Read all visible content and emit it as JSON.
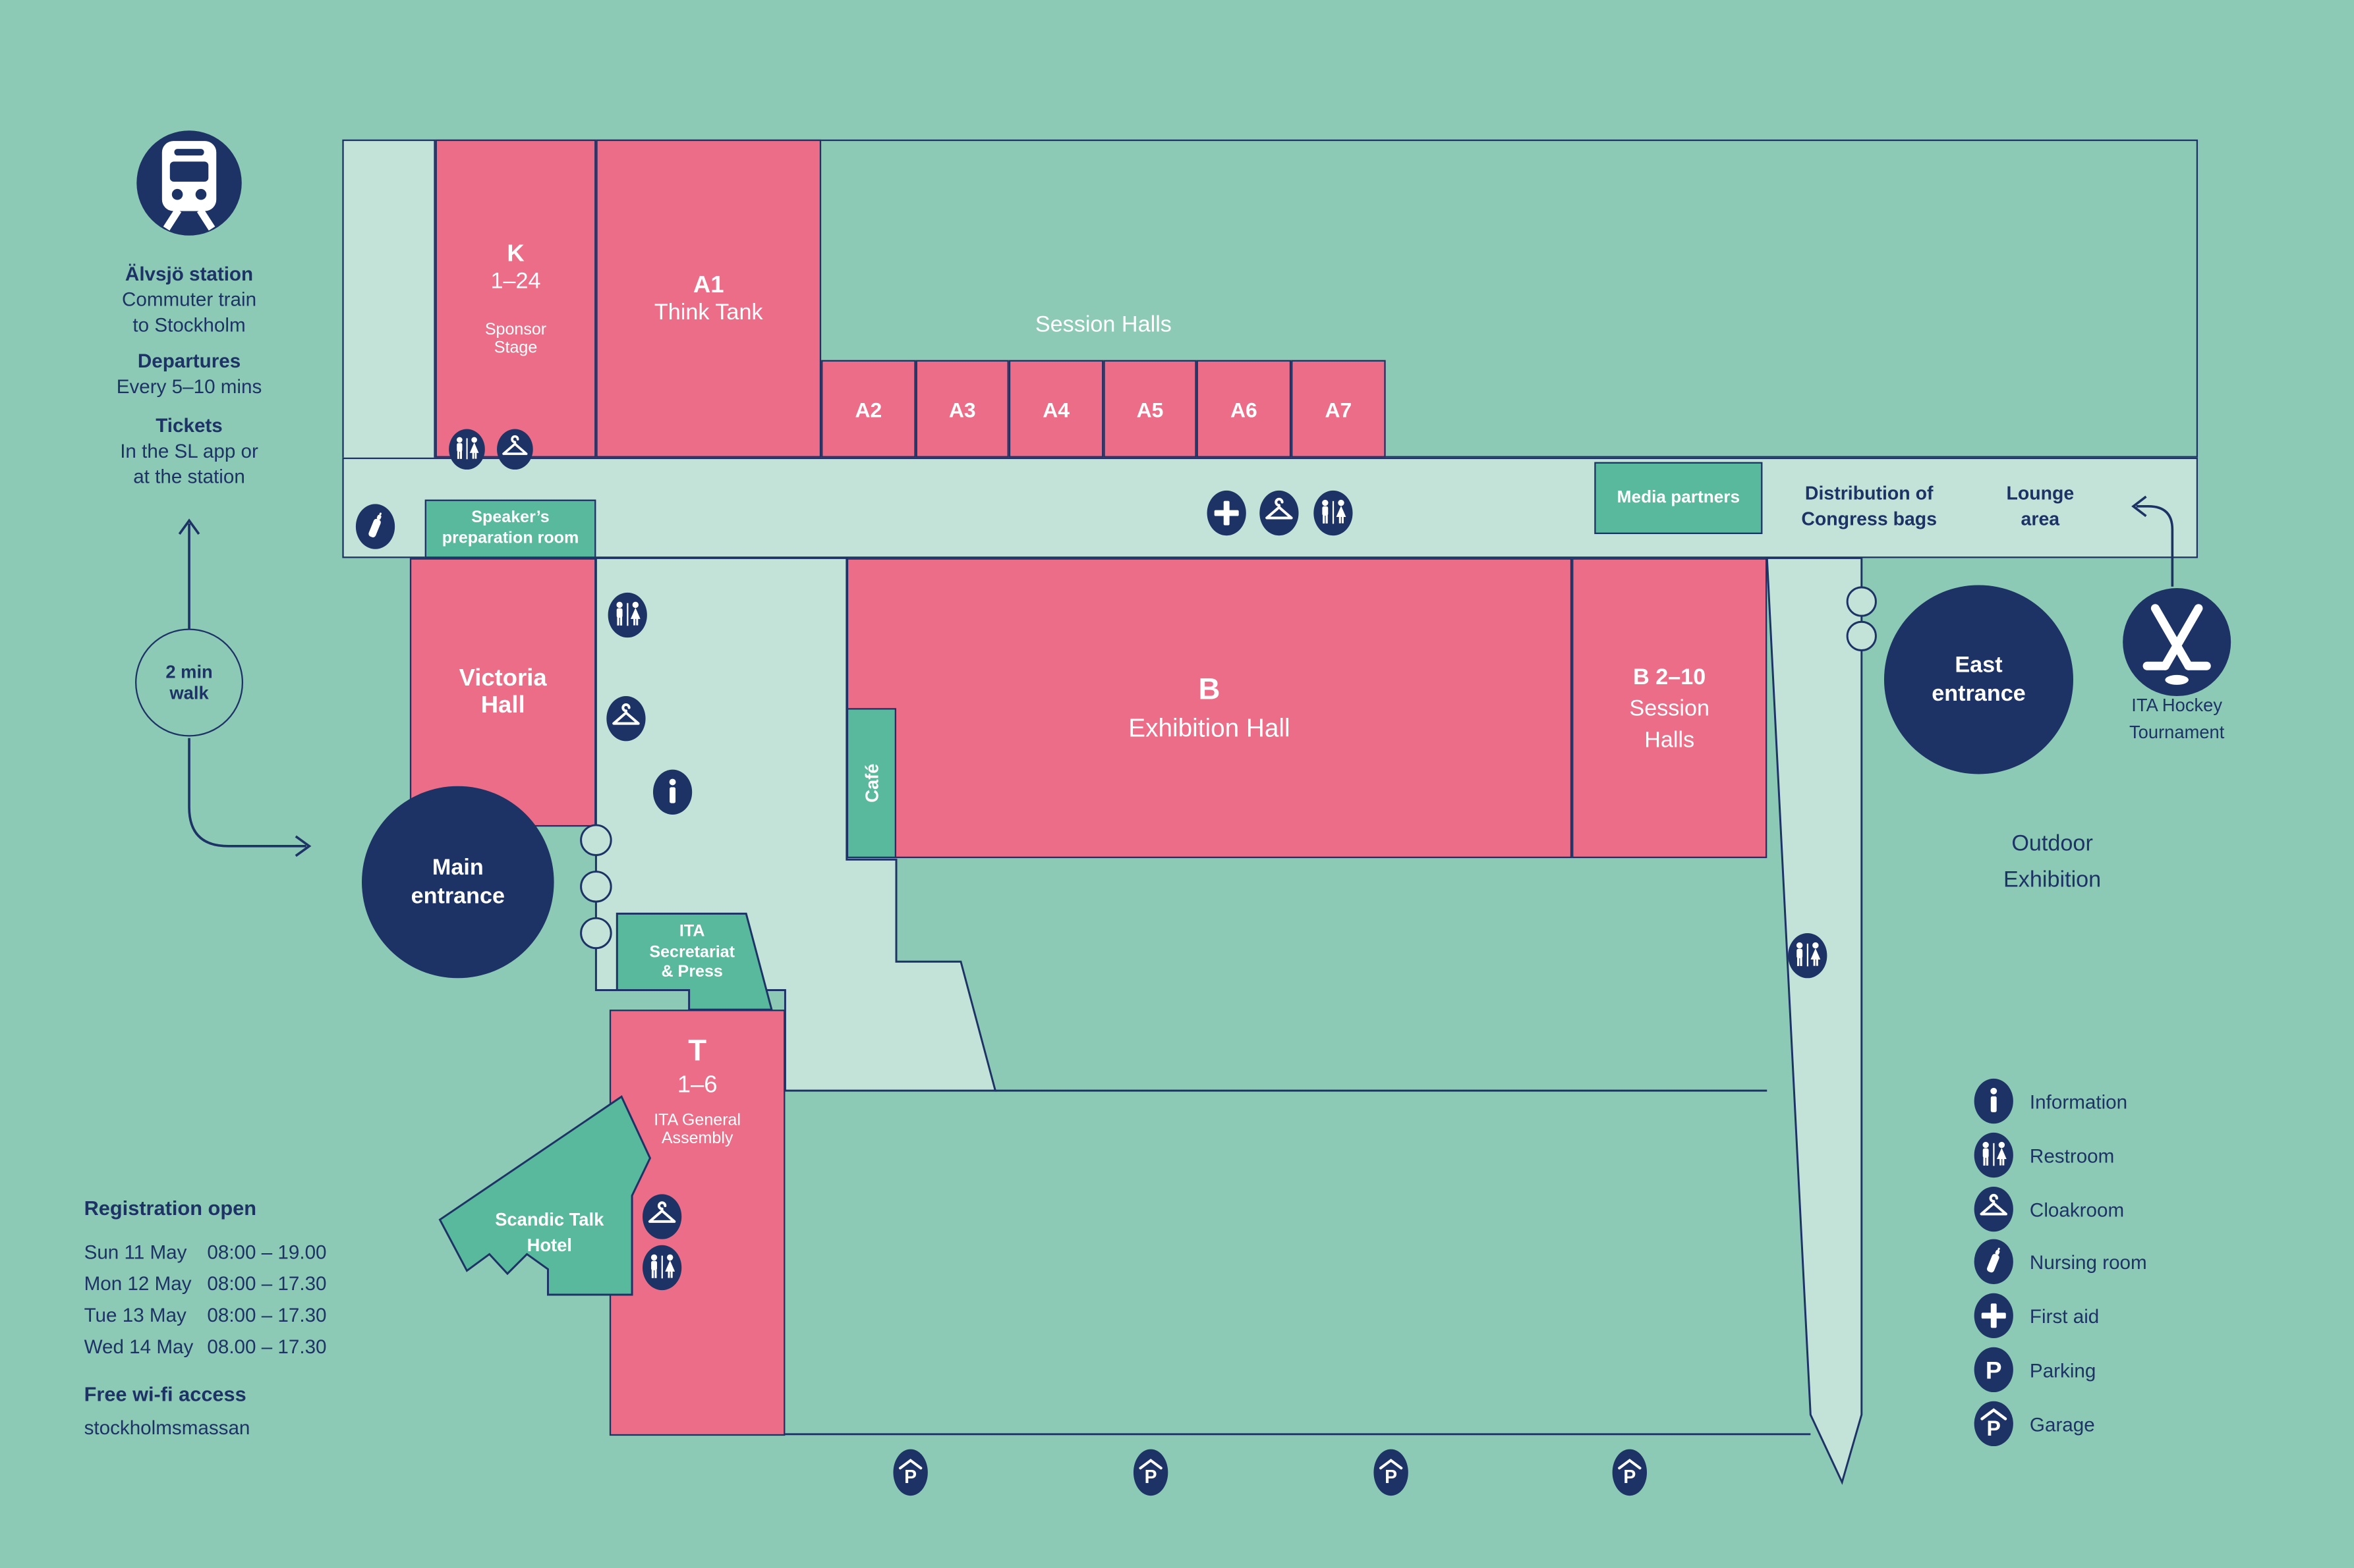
{
  "station": {
    "name": "Älvsjö station",
    "desc1": "Commuter train",
    "desc2": "to Stockholm",
    "departures_label": "Departures",
    "departures_value": "Every 5–10 mins",
    "tickets_label": "Tickets",
    "tickets_value1": "In the SL app or",
    "tickets_value2": "at the station"
  },
  "walk": {
    "line1": "2 min",
    "line2": "walk"
  },
  "halls": {
    "k_title": "K",
    "k_range": "1–24",
    "k_sub1": "Sponsor",
    "k_sub2": "Stage",
    "a1_title": "A1",
    "a1_sub": "Think Tank",
    "session_label": "Session Halls",
    "a_row": [
      "A2",
      "A3",
      "A4",
      "A5",
      "A6",
      "A7"
    ],
    "b_title": "B",
    "b_sub": "Exhibition Hall",
    "b210_title": "B 2–10",
    "b210_sub1": "Session",
    "b210_sub2": "Halls",
    "t_title": "T",
    "t_range": "1–6",
    "t_sub1": "ITA General",
    "t_sub2": "Assembly",
    "victoria1": "Victoria",
    "victoria2": "Hall",
    "cafe": "Café"
  },
  "rooms": {
    "speaker1": "Speaker’s",
    "speaker2": "preparation room",
    "media": "Media partners",
    "secretariat1": "ITA",
    "secretariat2": "Secretariat",
    "secretariat3": "& Press",
    "hotel1": "Scandic Talk",
    "hotel2": "Hotel"
  },
  "areas": {
    "dist1": "Distribution of",
    "dist2": "Congress bags",
    "lounge1": "Lounge",
    "lounge2": "area",
    "outdoor1": "Outdoor",
    "outdoor2": "Exhibition",
    "hockey1": "ITA Hockey",
    "hockey2": "Tournament"
  },
  "entrances": {
    "main1": "Main",
    "main2": "entrance",
    "east1": "East",
    "east2": "entrance"
  },
  "registration": {
    "title": "Registration open",
    "rows": [
      {
        "day": "Sun 11 May",
        "time": "08:00 – 19.00"
      },
      {
        "day": "Mon 12 May",
        "time": "08:00 – 17.30"
      },
      {
        "day": "Tue 13 May",
        "time": "08:00 – 17.30"
      },
      {
        "day": "Wed 14 May",
        "time": "08.00 – 17.30"
      }
    ],
    "wifi_title": "Free wi-fi access",
    "wifi_network": "stockholmsmassan"
  },
  "legend": [
    {
      "icon": "info",
      "label": "Information"
    },
    {
      "icon": "restroom",
      "label": "Restroom"
    },
    {
      "icon": "cloakroom",
      "label": "Cloakroom"
    },
    {
      "icon": "nursing",
      "label": "Nursing room"
    },
    {
      "icon": "firstaid",
      "label": "First aid"
    },
    {
      "icon": "parking",
      "label": "Parking"
    },
    {
      "icon": "garage",
      "label": "Garage"
    }
  ],
  "colors": {
    "background": "#8dcab6",
    "corridor": "#c4e3d8",
    "hall_pink": "#ec6d88",
    "teal": "#58b99c",
    "navy": "#1d3366",
    "white": "#ffffff"
  }
}
